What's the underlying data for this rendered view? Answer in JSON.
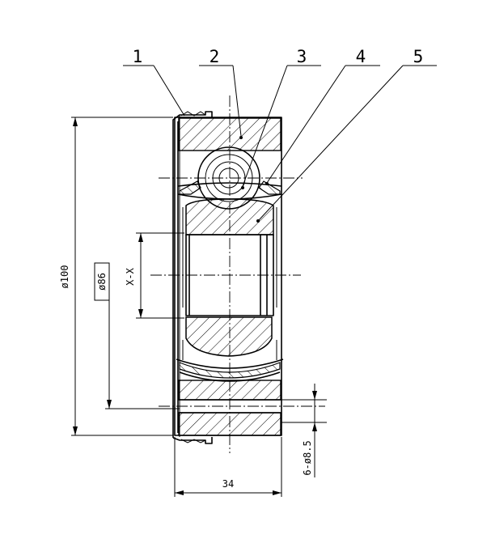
{
  "part_labels": [
    "1",
    "2",
    "3",
    "4",
    "5"
  ],
  "dimensions": {
    "outer_diameter": "ø100",
    "bore_diameter": "ø86",
    "section_mark": "X-X",
    "width": "34",
    "holes": "6-ø8.5"
  }
}
